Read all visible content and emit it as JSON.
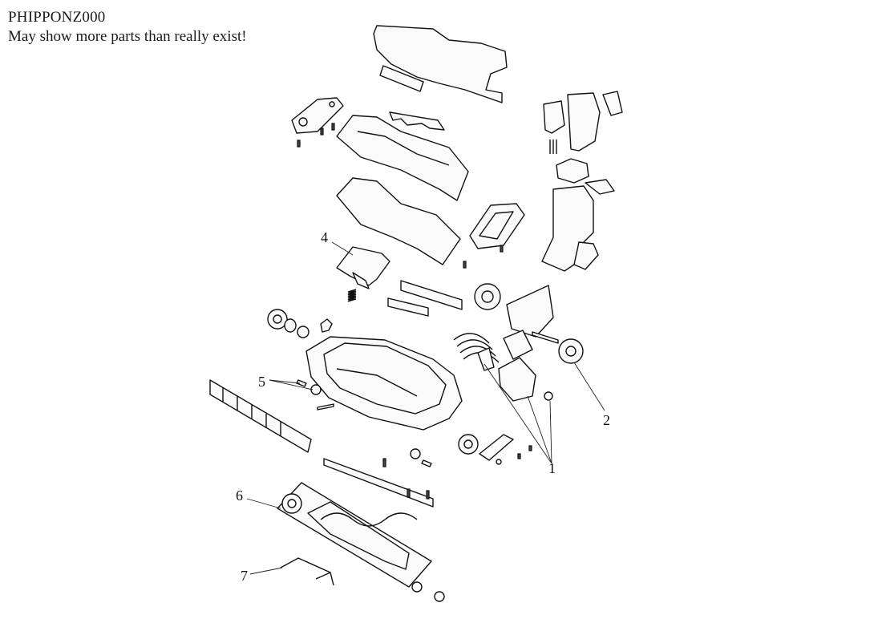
{
  "header": {
    "model_code": "PHIPPONZ000",
    "warning": "May show more parts than really exist!"
  },
  "callouts": [
    {
      "id": "1",
      "label": "1"
    },
    {
      "id": "2",
      "label": "2"
    },
    {
      "id": "4",
      "label": "4"
    },
    {
      "id": "5",
      "label": "5"
    },
    {
      "id": "6",
      "label": "6"
    },
    {
      "id": "7",
      "label": "7"
    }
  ],
  "colors": {
    "line": "#111111",
    "background": "#ffffff"
  }
}
